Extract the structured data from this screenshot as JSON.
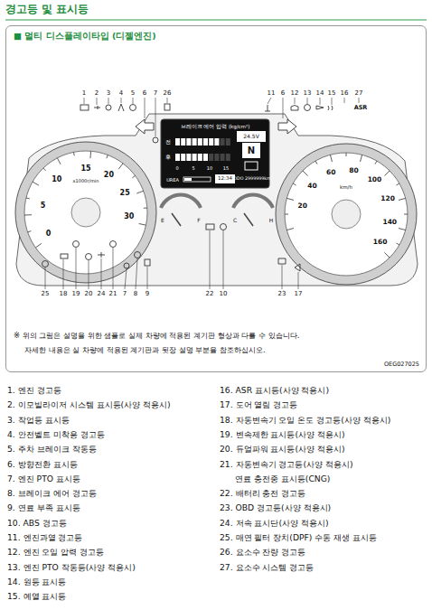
{
  "diagram": {
    "title": "경고등 및 표시등",
    "nodes": [
      {
        "text": [
          "■ 멀티 디스플레이타입 (디젤엔진)",
          "※ 위의 그림은 설명을 위한 샘플로 실제 차량에 적용된 계기판 형상과 다를 수 있습니다.",
          "자세한 내용은 실 차량에 적용된 계기판과 뒷장 설명 부분을 참조하십시오."
        ]
      }
    ],
    "labels": [
      "1",
      "2",
      "3",
      "4",
      "5",
      "6",
      "7",
      "26",
      "11",
      "6",
      "12",
      "13",
      "14",
      "15",
      "16",
      "27",
      "ASR",
      "브레이크 에어 압력 (kg/cm²)",
      "전",
      "후",
      "0",
      "5",
      "10",
      "15",
      "24.5V",
      "N",
      "UREA",
      "12:34",
      "ODO 2999999km",
      "x1000r/min",
      "0",
      "5",
      "10",
      "15",
      "20",
      "25",
      "30",
      "20",
      "40",
      "60",
      "80",
      "100",
      "120",
      "140",
      "160",
      "km/h",
      "E",
      "F",
      "C",
      "H",
      "25",
      "18",
      "19",
      "20",
      "24",
      "21",
      "7",
      "8",
      "9",
      "22",
      "10",
      "23",
      "17",
      "OEG027025",
      "1. 엔진 경고등",
      "2. 이모빌라이저 시스템 표시등(사양 적용시)",
      "3. 작업등 표시등",
      "4. 안전벨트 미착용 경고등",
      "5. 주차 브레이크 작동등",
      "6. 방향전환 표시등",
      "7. 엔진 PTO 표시등",
      "8. 브레이크 에어 경고등",
      "9. 연료 부족 표시등",
      "10. ABS 경고등",
      "11. 엔진과열 경고등",
      "12. 엔진 오일 압력 경고등",
      "13. 엔진 PTO 작동등(사양 적용시)",
      "14. 원등 표시등",
      "15. 예열 표시등",
      "16. ASR 표시등(사양 적용시)",
      "17. 도어 열림 경고등",
      "18. 자동변속기 오일 온도 경고등(사양 적용시)",
      "19. 변속제한 표시등(사양 적용시)",
      "20. 듀얼파워 표시등(사양 적용시)",
      "21. 자동변속기 경고등(사양 적용시)",
      "연료 충전중 표시등(CNG)",
      "22. 배터리 충전 경고등",
      "23. OBD 경고등(사양 적용시)",
      "24. 저속 표시단(사양 적용시)",
      "25. 매연 필터 장치(DPF) 수동 재생 표시등",
      "26. 요소수 잔량 경고등",
      "27. 요소수 시스템 경고등"
    ]
  }
}
